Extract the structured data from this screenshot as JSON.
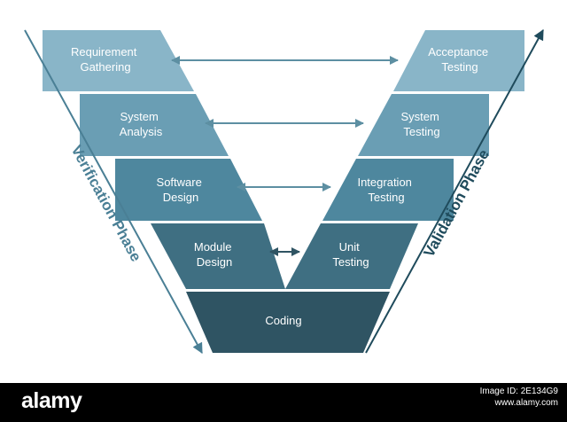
{
  "colors": {
    "tier1": "#89b5c8",
    "tier2": "#6a9eb4",
    "tier3": "#4e879e",
    "tier4": "#3f6f82",
    "tier5": "#2f5463",
    "arrow": "#5d8fa2",
    "arrow_dark": "#2f5463",
    "verification_text": "#4a7f95",
    "validation_text": "#1f4b5c",
    "footer_bg": "#000000"
  },
  "diagram": {
    "left_blocks": [
      {
        "id": "requirement-gathering",
        "lines": [
          "Requirement",
          "Gathering"
        ]
      },
      {
        "id": "system-analysis",
        "lines": [
          "System",
          "Analysis"
        ]
      },
      {
        "id": "software-design",
        "lines": [
          "Software",
          "Design"
        ]
      },
      {
        "id": "module-design",
        "lines": [
          "Module",
          "Design"
        ]
      }
    ],
    "right_blocks": [
      {
        "id": "acceptance-testing",
        "lines": [
          "Acceptance",
          "Testing"
        ]
      },
      {
        "id": "system-testing",
        "lines": [
          "System",
          "Testing"
        ]
      },
      {
        "id": "integration-testing",
        "lines": [
          "Integration",
          "Testing"
        ]
      },
      {
        "id": "unit-testing",
        "lines": [
          "Unit",
          "Testing"
        ]
      }
    ],
    "bottom_block": {
      "id": "coding",
      "label": "Coding"
    },
    "verification_label": "Verification Phase",
    "validation_label": "Validation Phase"
  },
  "footer": {
    "logo": "alamy",
    "image_id": "Image ID: 2E134G9",
    "site": "www.alamy.com"
  }
}
